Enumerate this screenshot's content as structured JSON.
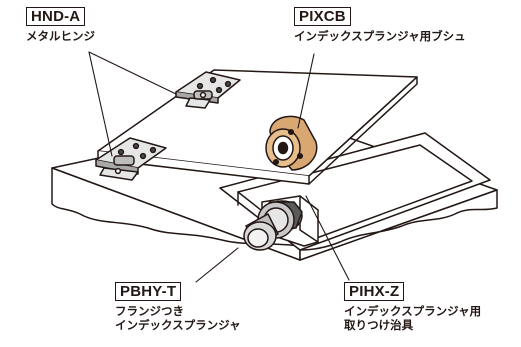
{
  "callouts": {
    "hnd_a": {
      "code": "HND-A",
      "desc": "メタルヒンジ"
    },
    "pixcb": {
      "code": "PIXCB",
      "desc": "インデックスプランジャ用ブシュ"
    },
    "pbhy_t": {
      "code": "PBHY-T",
      "desc_line1": "フランジつき",
      "desc_line2": "インデックスプランジャ"
    },
    "pihx_z": {
      "code": "PIHX-Z",
      "desc_line1": "インデックスプランジャ用",
      "desc_line2": "取りつけ治具"
    }
  },
  "colors": {
    "line": "#231815",
    "bushing": "#d9a772",
    "metal_light": "#e6e6e6",
    "metal_mid": "#a8a8a8",
    "metal_dark": "#4a4a4a",
    "paper": "#ffffff"
  },
  "icons": {
    "hinge": "metal-hinge-icon",
    "bushing": "plunger-bushing-icon",
    "plunger": "flanged-plunger-icon"
  }
}
